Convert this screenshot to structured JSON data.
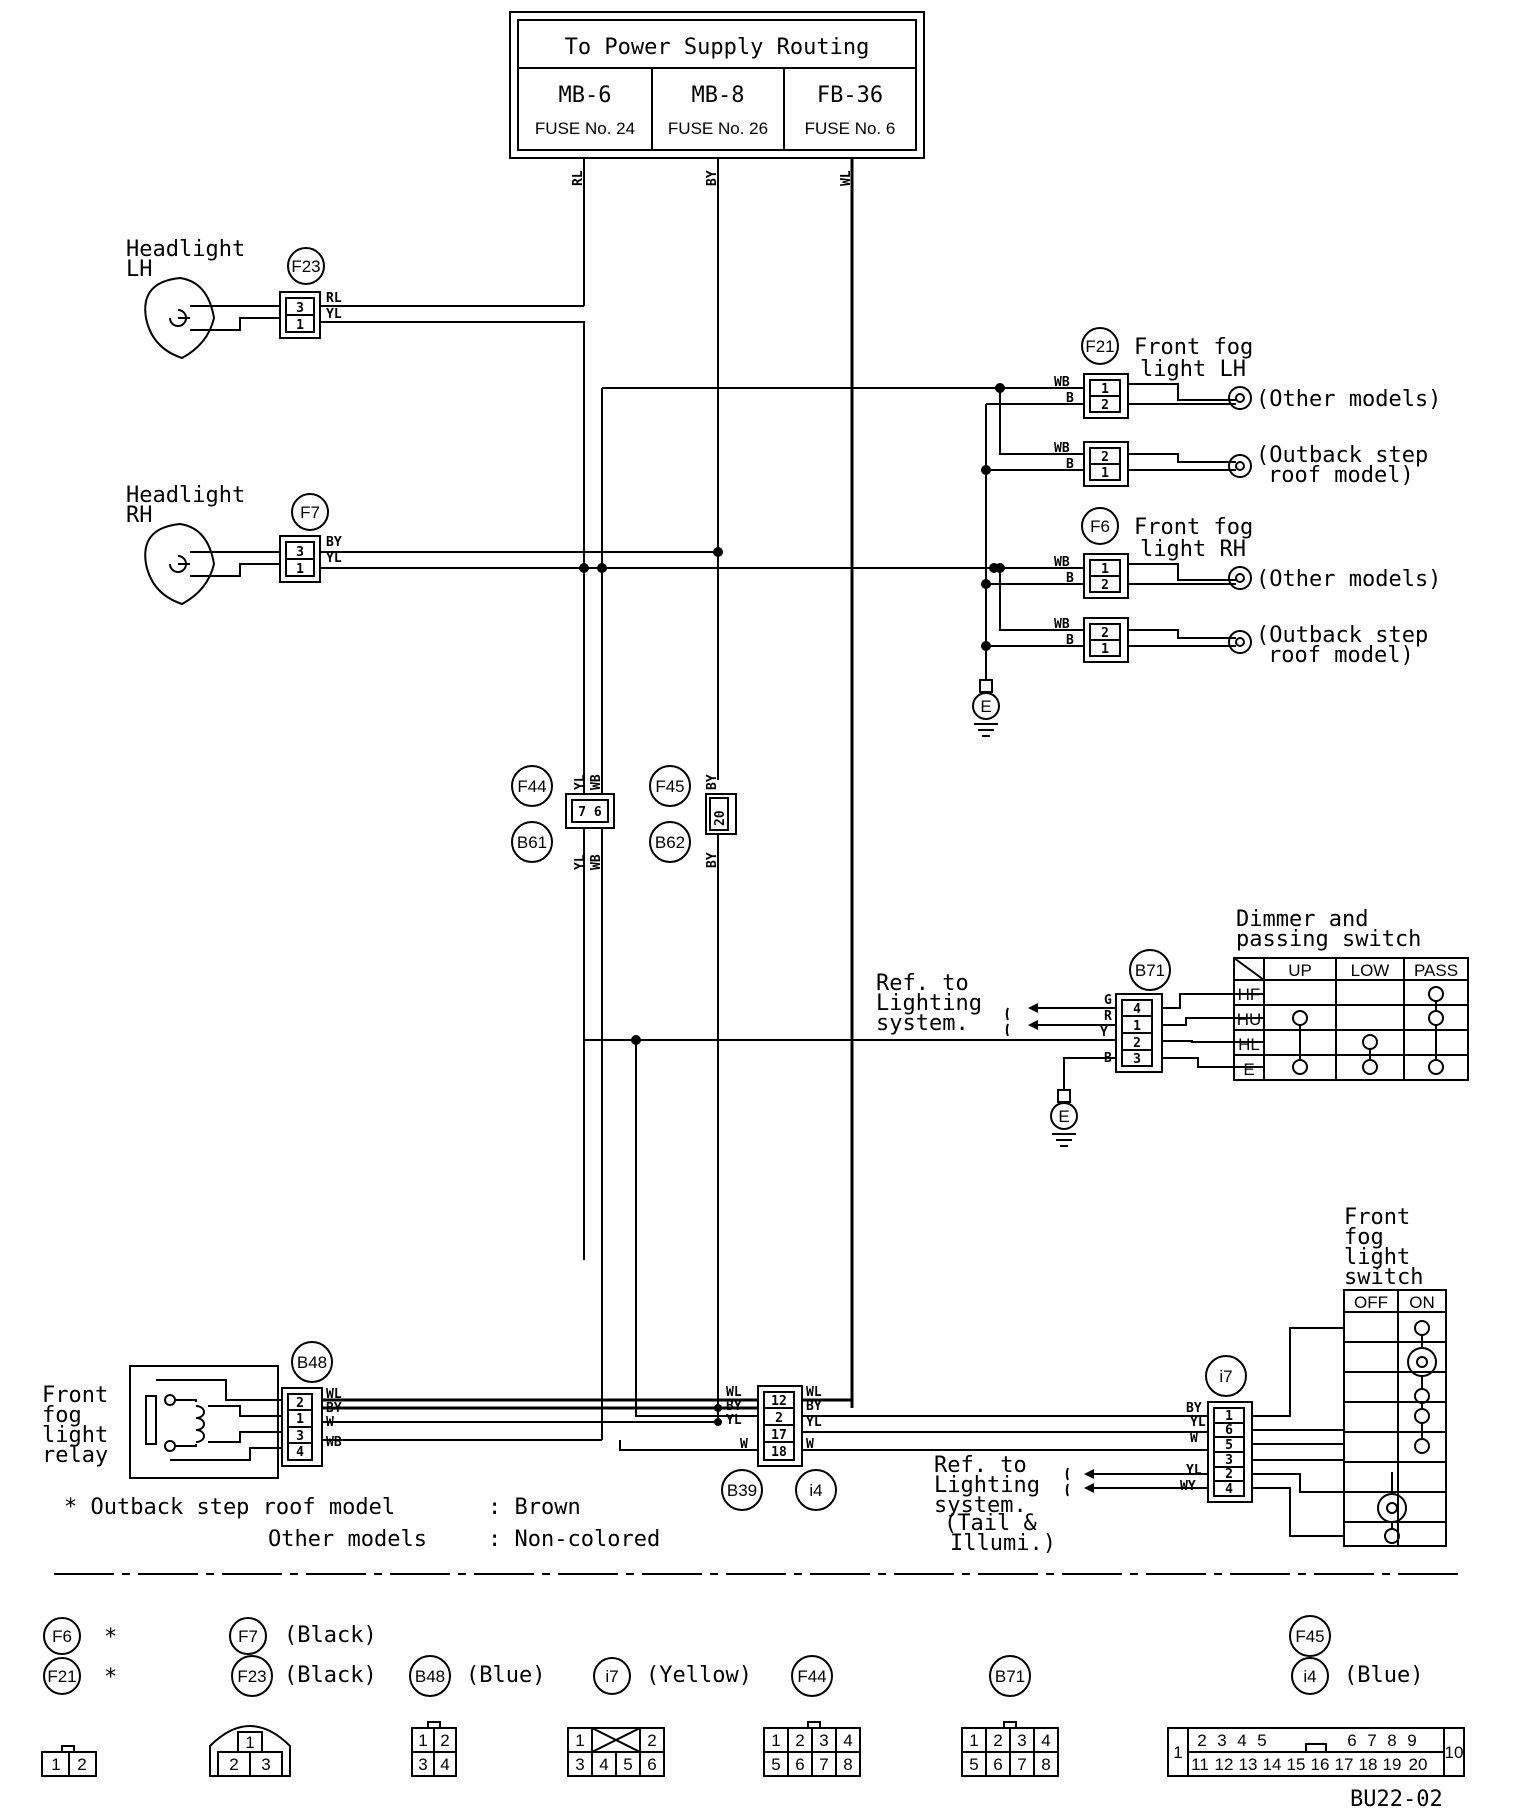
{
  "power": {
    "title": "To Power Supply Routing",
    "fuses": [
      {
        "box": "MB-6",
        "fuse": "FUSE No. 24",
        "wire": "RL"
      },
      {
        "box": "MB-8",
        "fuse": "FUSE No. 26",
        "wire": "BY"
      },
      {
        "box": "FB-36",
        "fuse": "FUSE No. 6",
        "wire": "WL"
      }
    ]
  },
  "headlight_lh": {
    "label1": "Headlight",
    "label2": "LH",
    "conn": "F23",
    "pins": [
      "3",
      "1"
    ],
    "wires": [
      "RL",
      "YL"
    ]
  },
  "headlight_rh": {
    "label1": "Headlight",
    "label2": "RH",
    "conn": "F7",
    "pins": [
      "3",
      "1"
    ],
    "wires": [
      "BY",
      "YL"
    ]
  },
  "fog_lh": {
    "conn": "F21",
    "label1": "Front fog",
    "label2": "light LH",
    "other": {
      "pins": [
        "1",
        "2"
      ],
      "wires": [
        "WB",
        "B"
      ],
      "text": "(Other models)"
    },
    "outback": {
      "pins": [
        "2",
        "1"
      ],
      "wires": [
        "WB",
        "B"
      ],
      "text1": "(Outback step",
      "text2": "roof model)"
    }
  },
  "fog_rh": {
    "conn": "F6",
    "label1": "Front fog",
    "label2": "light RH",
    "other": {
      "pins": [
        "1",
        "2"
      ],
      "wires": [
        "WB",
        "B"
      ],
      "text": "(Other models)"
    },
    "outback": {
      "pins": [
        "2",
        "1"
      ],
      "wires": [
        "WB",
        "B"
      ],
      "text1": "(Outback step",
      "text2": "roof model)"
    }
  },
  "ground": "E",
  "f44": {
    "conn_top": "F44",
    "conn_bot": "B61",
    "pins": "7 6",
    "wires_top": [
      "YL",
      "WB"
    ],
    "wires_bot": [
      "YL",
      "WB"
    ]
  },
  "f45": {
    "conn_top": "F45",
    "conn_bot": "B62",
    "pin": "20",
    "wire_top": "BY",
    "wire_bot": "BY"
  },
  "dimmer": {
    "title1": "Dimmer and",
    "title2": "passing switch",
    "conn": "B71",
    "ref1": "Ref. to",
    "ref2": "Lighting",
    "ref3": "system.",
    "pins": [
      "4",
      "1",
      "2",
      "3"
    ],
    "wires": [
      "G",
      "R",
      "Y",
      "B"
    ],
    "cols": [
      "UP",
      "LOW",
      "PASS"
    ],
    "rows": [
      "HF",
      "HU",
      "HL",
      "E"
    ]
  },
  "relay": {
    "label": [
      "Front",
      "fog",
      "light",
      "relay"
    ],
    "conn": "B48",
    "pins": [
      "2",
      "1",
      "3",
      "4"
    ],
    "wires": [
      "WL",
      "BY",
      "W",
      "WB"
    ]
  },
  "joint": {
    "conn1": "B39",
    "conn2": "i4",
    "pins": [
      "12",
      "2",
      "17",
      "18"
    ],
    "wires_l": [
      "WL",
      "BY",
      "YL",
      "W"
    ],
    "wires_r": [
      "WL",
      "BY",
      "YL",
      "W"
    ]
  },
  "fog_switch": {
    "label": [
      "Front",
      "fog",
      "light",
      "switch"
    ],
    "cols": [
      "OFF",
      "ON"
    ],
    "conn": "i7",
    "pins": [
      "1",
      "6",
      "5",
      "3",
      "2",
      "4"
    ],
    "wires": [
      "BY",
      "YL",
      "W",
      "",
      "YL",
      "WY"
    ],
    "ref1": "Ref. to",
    "ref2": "Lighting",
    "ref3": "system.",
    "ref4": "(Tail &",
    "ref5": "Illumi.)"
  },
  "notes": {
    "line1a": "* Outback step roof model",
    "line1b": ": Brown",
    "line2a": "Other models",
    "line2b": ": Non-colored"
  },
  "legend": {
    "f6": "F6",
    "f21": "F21",
    "star": "*",
    "f7": "F7",
    "f7c": "(Black)",
    "f23": "F23",
    "f23c": "(Black)",
    "b48": "B48",
    "b48c": "(Blue)",
    "i7": "i7",
    "i7c": "(Yellow)",
    "f44": "F44",
    "b71": "B71",
    "f45": "F45",
    "i4": "i4",
    "i4c": "(Blue)",
    "c12": [
      "1",
      "2"
    ],
    "c123": [
      "1",
      "2",
      "3"
    ],
    "c1234": [
      "1",
      "2",
      "3",
      "4"
    ],
    "ci7": [
      "1",
      "2",
      "3",
      "4",
      "5",
      "6"
    ],
    "c8": [
      "1",
      "2",
      "3",
      "4",
      "5",
      "6",
      "7",
      "8"
    ],
    "c20top": [
      "1",
      "2",
      "3",
      "4",
      "5",
      "6",
      "7",
      "8",
      "9",
      "10"
    ],
    "c20bot": [
      "11",
      "12",
      "13",
      "14",
      "15",
      "16",
      "17",
      "18",
      "19",
      "20"
    ]
  },
  "code": "BU22-02"
}
